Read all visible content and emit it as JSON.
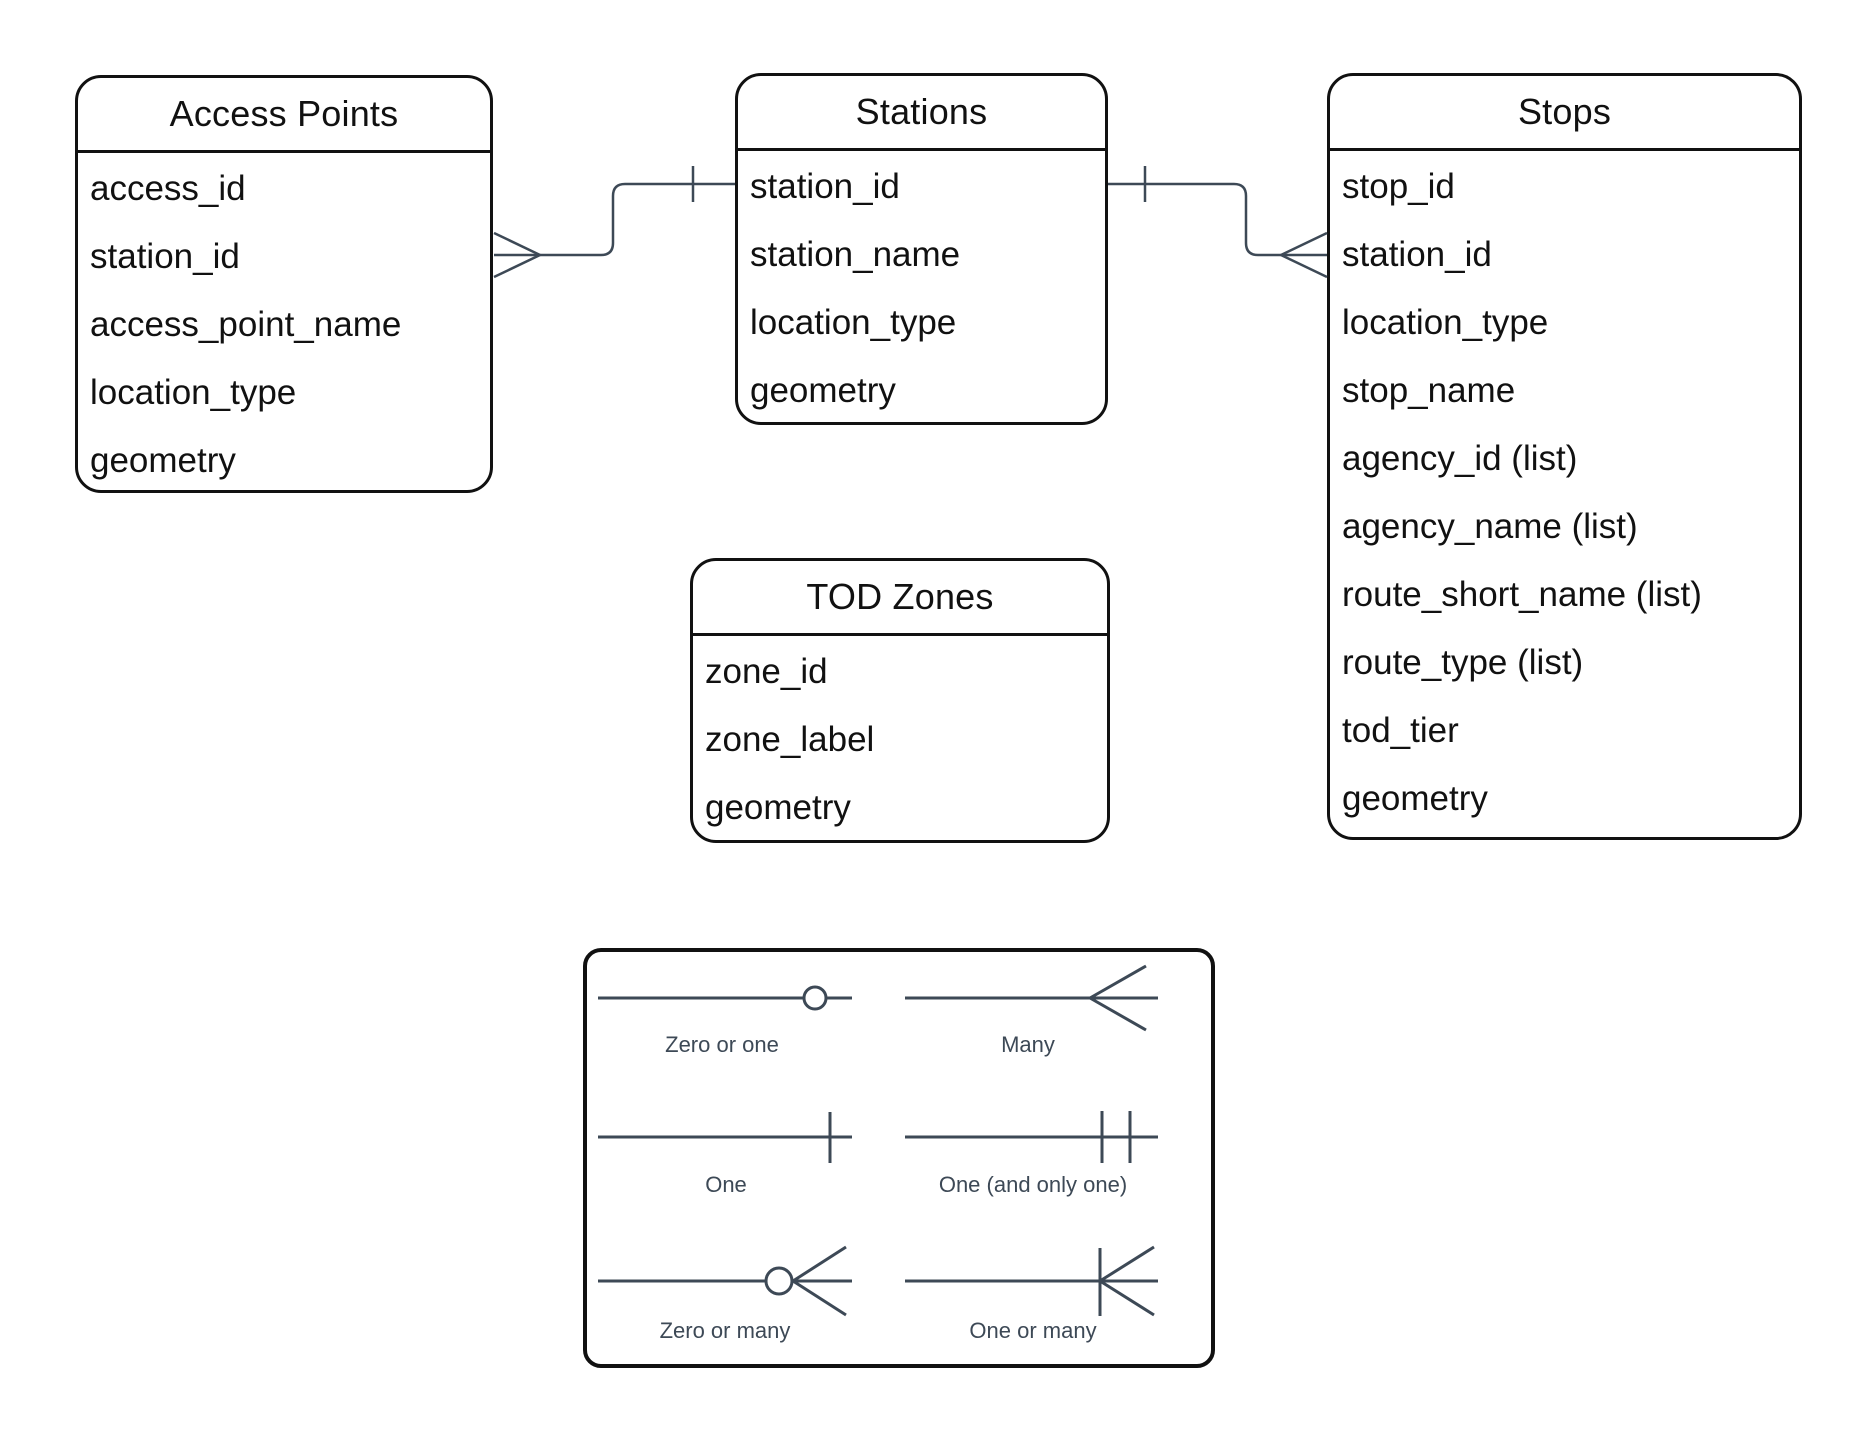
{
  "entities": [
    {
      "title": "Access Points",
      "fields": [
        "access_id",
        "station_id",
        "access_point_name",
        "location_type",
        "geometry"
      ]
    },
    {
      "title": "Stations",
      "fields": [
        "station_id",
        "station_name",
        "location_type",
        "geometry"
      ]
    },
    {
      "title": "Stops",
      "fields": [
        "stop_id",
        "station_id",
        "location_type",
        "stop_name",
        "agency_id (list)",
        "agency_name (list)",
        "route_short_name (list)",
        "route_type (list)",
        "tod_tier",
        "geometry"
      ]
    },
    {
      "title": "TOD Zones",
      "fields": [
        "zone_id",
        "zone_label",
        "geometry"
      ]
    }
  ],
  "relationships": [
    {
      "from_entity": "Stations",
      "from_field": "station_id",
      "from_cardinality": "one",
      "to_entity": "Access Points",
      "to_field": "station_id",
      "to_cardinality": "many"
    },
    {
      "from_entity": "Stations",
      "from_field": "station_id",
      "from_cardinality": "one",
      "to_entity": "Stops",
      "to_field": "station_id",
      "to_cardinality": "many"
    }
  ],
  "legend": {
    "items": [
      {
        "label": "Zero or one",
        "symbol": "zero-or-one"
      },
      {
        "label": "Many",
        "symbol": "many"
      },
      {
        "label": "One",
        "symbol": "one"
      },
      {
        "label": "One (and only one)",
        "symbol": "one-and-only-one"
      },
      {
        "label": "Zero or many",
        "symbol": "zero-or-many"
      },
      {
        "label": "One or many",
        "symbol": "one-or-many"
      }
    ]
  },
  "colors": {
    "entity_border": "#111111",
    "entity_text": "#111111",
    "connector": "#3d4956",
    "legend_text": "#3d4956",
    "background": "#ffffff"
  }
}
